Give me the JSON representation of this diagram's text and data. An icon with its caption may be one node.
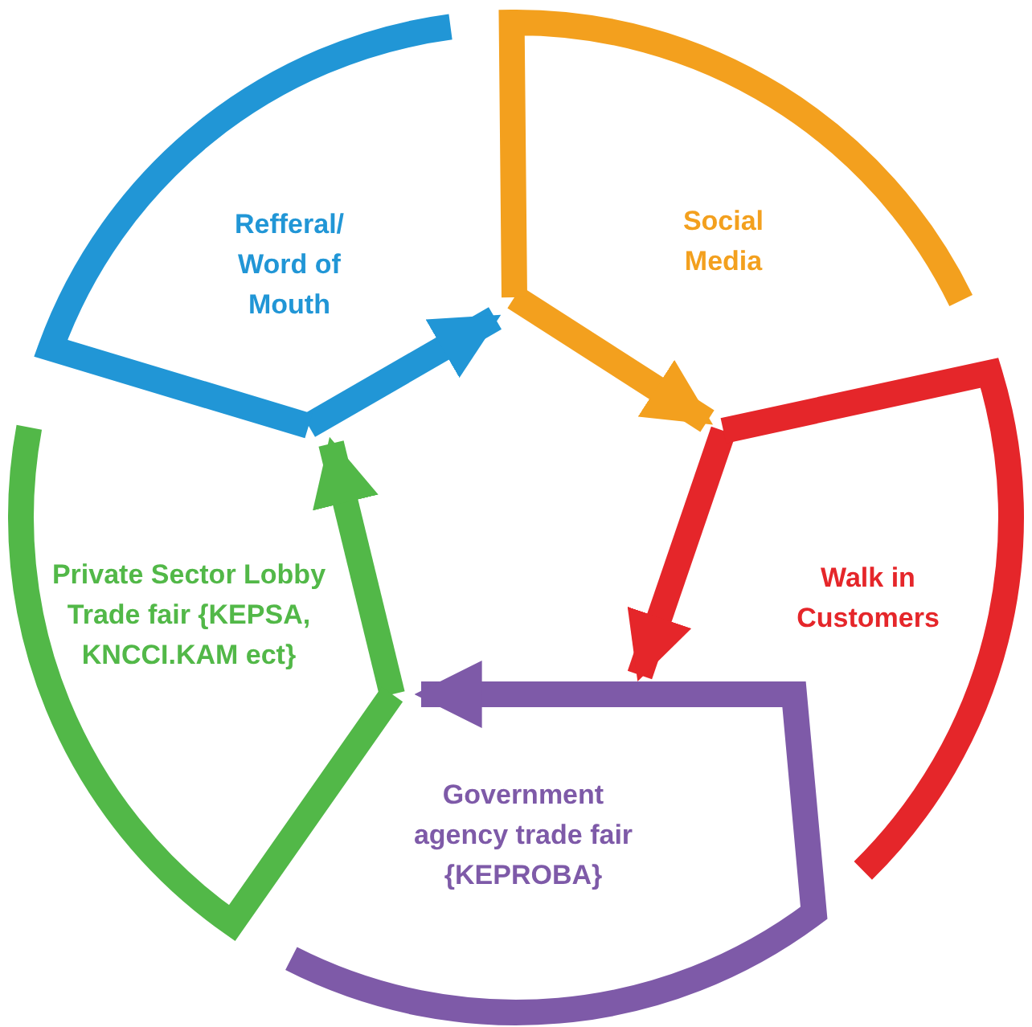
{
  "diagram": {
    "nodes": [
      {
        "text": [
          "Refferal/ Word of Mouth"
        ]
      },
      {
        "text": [
          "Social Media"
        ]
      },
      {
        "text": [
          "Walk in Customers"
        ]
      },
      {
        "text": [
          "Government agency trade fair {KEPROBA}"
        ]
      },
      {
        "text": [
          "Private Sector Lobby Trade fair {KEPSA, KNCCI.KAM ect}"
        ]
      }
    ],
    "edges": [
      {
        "from": 0,
        "to": 1,
        "arrow": "to",
        "color": "#2196d6"
      },
      {
        "from": 1,
        "to": 2,
        "arrow": "to",
        "color": "#f3a01e"
      },
      {
        "from": 2,
        "to": 3,
        "arrow": "to",
        "color": "#e5262a"
      },
      {
        "from": 3,
        "to": 4,
        "arrow": "to",
        "color": "#7e5aa8"
      },
      {
        "from": 4,
        "to": 0,
        "arrow": "to",
        "color": "#52b848"
      }
    ]
  }
}
